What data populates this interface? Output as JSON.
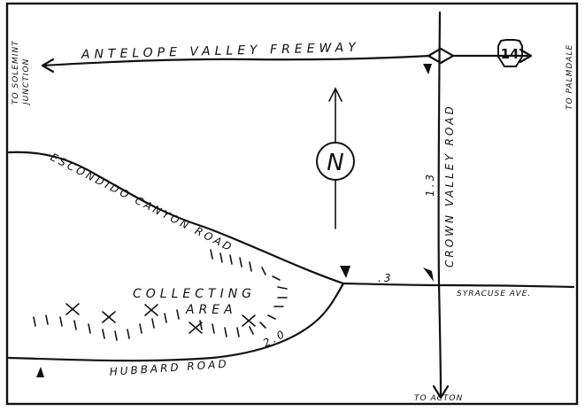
{
  "map": {
    "roads": {
      "freeway": "ANTELOPE VALLEY FREEWAY",
      "escondido": "ESCONDIDO CANYON ROAD",
      "crown": "CROWN VALLEY ROAD",
      "syracuse": "SYRACUSE AVE.",
      "hubbard": "HUBBARD ROAD"
    },
    "destinations": {
      "west_line1": "TO SOLEMINT",
      "west_line2": "JUNCTION",
      "east": "TO PALMDALE",
      "south": "TO ACTON"
    },
    "route_shield": "14",
    "north_symbol": "N",
    "area_line1": "COLLECTING",
    "area_line2": "AREA",
    "distances": {
      "crown": "1.3",
      "syracuse": ".3",
      "hubbard": "2.0"
    },
    "markers": {
      "x_count": 5,
      "arrowheads": 4
    }
  }
}
